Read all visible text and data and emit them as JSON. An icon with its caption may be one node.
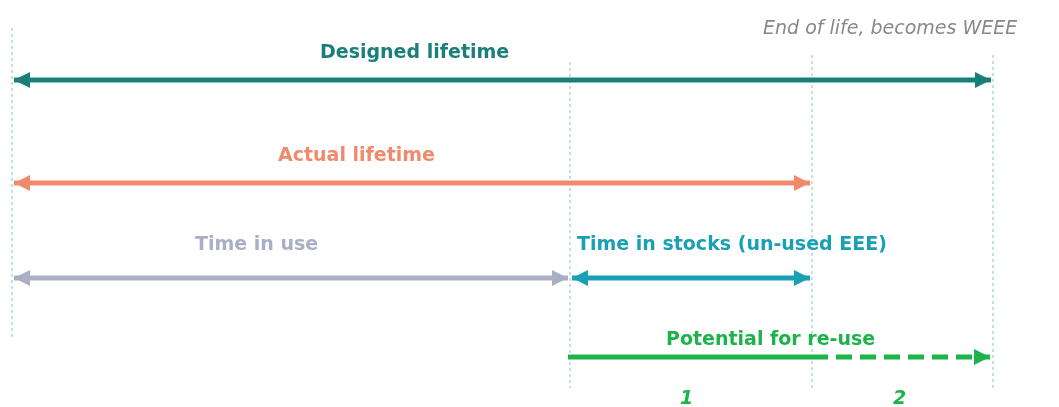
{
  "diagram": {
    "labels": [
      "End of life, becomes WEEE",
      "Designed lifetime",
      "Actual lifetime",
      "Time in use",
      "Time in stocks (un-used EEE)",
      "Potential for re-use",
      "1",
      "2"
    ]
  }
}
